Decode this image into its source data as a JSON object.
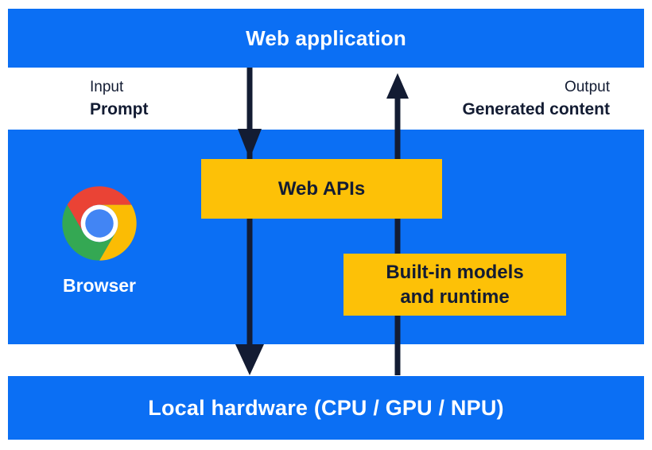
{
  "colors": {
    "panel_blue": "#0b6ff4",
    "box_yellow": "#fdc107",
    "ink_navy": "#131c33",
    "text_white": "#ffffff",
    "chrome_red": "#ea4335",
    "chrome_yellow": "#fbbc04",
    "chrome_green": "#34a853",
    "chrome_blue": "#4285f4"
  },
  "top_bar": {
    "label": "Web application"
  },
  "io": {
    "input_title": "Input",
    "input_value": "Prompt",
    "output_title": "Output",
    "output_value": "Generated content"
  },
  "browser_panel": {
    "browser_label": "Browser",
    "web_apis_label": "Web APIs",
    "builtin_lines": [
      "Built-in models",
      "and runtime"
    ]
  },
  "arrows": {
    "down_arrow_meaning": "Prompt flows from Web application through Web APIs to Local hardware",
    "up_arrow_meaning": "Generated content flows from Local hardware through Built-in models and runtime to Web application"
  },
  "bottom_bar": {
    "label": "Local hardware (CPU / GPU / NPU)"
  },
  "icons": {
    "browser_logo": "chrome-logo"
  }
}
